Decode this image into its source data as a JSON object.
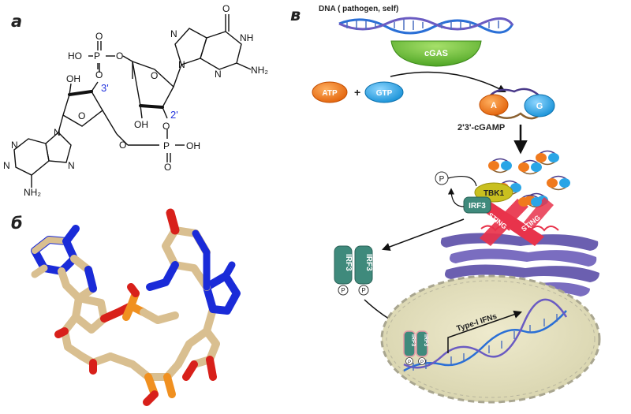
{
  "panels": {
    "a": "a",
    "b": "б",
    "c": "в"
  },
  "structure": {
    "atoms": {
      "ho_p_top": "HO",
      "p_top": "P",
      "o_top": "O",
      "ho_ribose_left": "OH",
      "ho_ribose_right": "OH",
      "oh_p_bottom": "OH",
      "p_bottom": "P",
      "nh2_guanine": "NH₂",
      "nh_guanine": "NH",
      "nh2_adenine": "NH₂",
      "n": "N",
      "o": "O"
    },
    "primes": {
      "three": "3'",
      "two": "2'"
    }
  },
  "pathway": {
    "dna_label": "DNA ( pathogen, self)",
    "cgas": "cGAS",
    "atp": "ATP",
    "plus": "+",
    "gtp": "GTP",
    "cgamp_a": "A",
    "cgamp_g": "G",
    "cgamp_label": "2'3'-cGAMP",
    "phospho": "P",
    "tbk1": "TBK1",
    "irf3": "IRF3",
    "sting": "STING",
    "ifn_label": "Type-I IFNs"
  },
  "colors": {
    "atp": "#f07a1e",
    "gtp": "#2aa5e6",
    "cgas": "#6cc23a",
    "sting": "#e8334b",
    "irf3": "#3f8a7c",
    "tbk1": "#c9c01f",
    "er": "#6b5fb0",
    "nucleus": "#e6e2c2",
    "dna": "#4a6fc0"
  }
}
